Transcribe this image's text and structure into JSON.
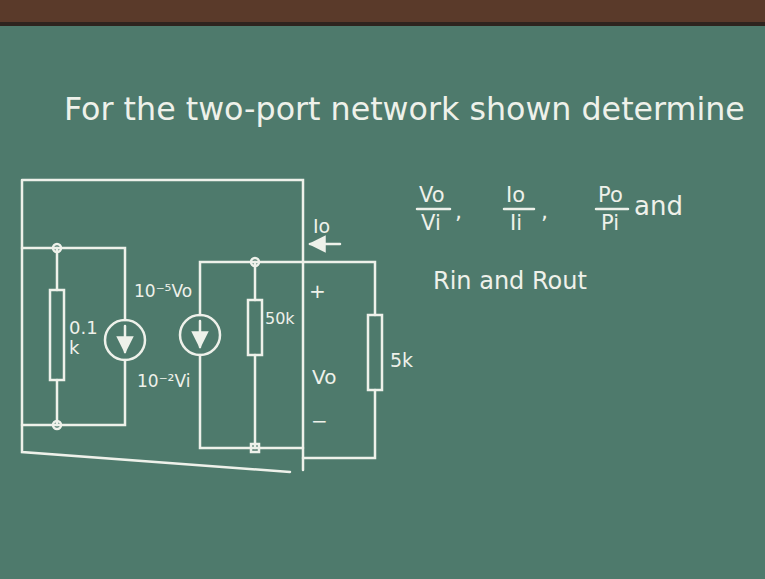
{
  "diagram": {
    "title": "For the two-port network shown determine",
    "labels": [
      "Vo",
      "Vi",
      ",",
      "Io",
      "Ii",
      ",",
      "Po",
      "Pi",
      "and",
      "Rin and Rout",
      "Io",
      "0.1 k",
      "10⁻⁵Vo",
      "50k",
      "10⁻²Vi",
      "+",
      "Vo",
      "−",
      "5k"
    ]
  }
}
